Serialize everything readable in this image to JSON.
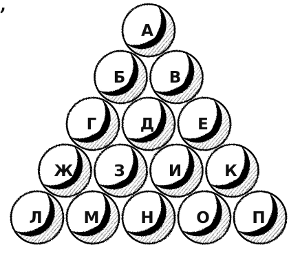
{
  "corner_mark": ",",
  "balls": [
    {
      "letter": "А",
      "row": 0,
      "col": 0
    },
    {
      "letter": "Б",
      "row": 1,
      "col": 0
    },
    {
      "letter": "В",
      "row": 1,
      "col": 1
    },
    {
      "letter": "Г",
      "row": 2,
      "col": 0
    },
    {
      "letter": "Д",
      "row": 2,
      "col": 1
    },
    {
      "letter": "Е",
      "row": 2,
      "col": 2
    },
    {
      "letter": "Ж",
      "row": 3,
      "col": 0
    },
    {
      "letter": "З",
      "row": 3,
      "col": 1
    },
    {
      "letter": "И",
      "row": 3,
      "col": 2
    },
    {
      "letter": "К",
      "row": 3,
      "col": 3
    },
    {
      "letter": "Л",
      "row": 4,
      "col": 0
    },
    {
      "letter": "М",
      "row": 4,
      "col": 1
    },
    {
      "letter": "Н",
      "row": 4,
      "col": 2
    },
    {
      "letter": "О",
      "row": 4,
      "col": 3
    },
    {
      "letter": "П",
      "row": 4,
      "col": 4
    }
  ]
}
